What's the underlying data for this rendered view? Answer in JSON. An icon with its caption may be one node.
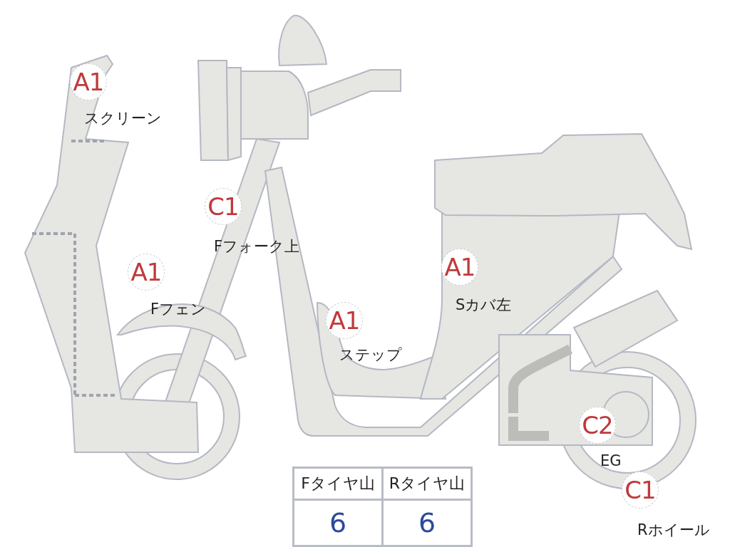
{
  "diagram": {
    "nodes": [
      {
        "text": [
          "A1"
        ],
        "beside": [
          "スクリーン"
        ]
      },
      {
        "text": [
          "C1"
        ],
        "beside": [
          "Fフォーク上"
        ]
      },
      {
        "text": [
          "A1"
        ],
        "beside": [
          "Fフェン"
        ]
      },
      {
        "text": [
          "A1"
        ],
        "beside": [
          "ステップ"
        ]
      },
      {
        "text": [
          "A1"
        ],
        "beside": [
          "Sカバ左"
        ]
      },
      {
        "text": [
          "C2"
        ],
        "beside": [
          "EG"
        ]
      },
      {
        "text": [
          "C1"
        ],
        "beside": [
          "Rホイール"
        ]
      }
    ],
    "labels": [
      "Fタイヤ山",
      "Rタイヤ山",
      "6",
      "6"
    ]
  }
}
